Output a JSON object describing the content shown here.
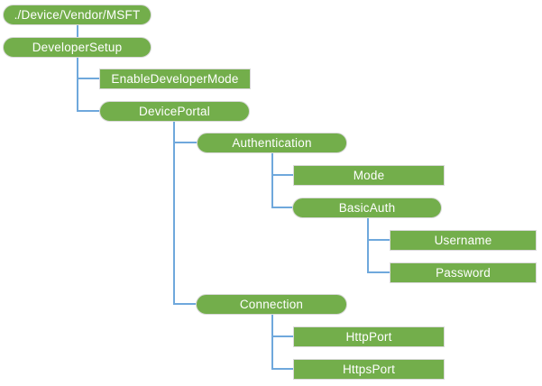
{
  "colors": {
    "node_fill": "#73AE4B",
    "node_border": "#D9D9D9",
    "connector": "#6FA8DC",
    "text": "#FFFFFF",
    "background": "#FFFFFF"
  },
  "tree": {
    "label": "./Device/Vendor/MSFT",
    "shape": "pill",
    "children": [
      {
        "label": "DeveloperSetup",
        "shape": "pill",
        "children": [
          {
            "label": "EnableDeveloperMode",
            "shape": "rect"
          },
          {
            "label": "DevicePortal",
            "shape": "pill",
            "children": [
              {
                "label": "Authentication",
                "shape": "pill",
                "children": [
                  {
                    "label": "Mode",
                    "shape": "rect"
                  },
                  {
                    "label": "BasicAuth",
                    "shape": "pill",
                    "children": [
                      {
                        "label": "Username",
                        "shape": "rect"
                      },
                      {
                        "label": "Password",
                        "shape": "rect"
                      }
                    ]
                  }
                ]
              },
              {
                "label": "Connection",
                "shape": "pill",
                "children": [
                  {
                    "label": "HttpPort",
                    "shape": "rect"
                  },
                  {
                    "label": "HttpsPort",
                    "shape": "rect"
                  }
                ]
              }
            ]
          }
        ]
      }
    ]
  }
}
